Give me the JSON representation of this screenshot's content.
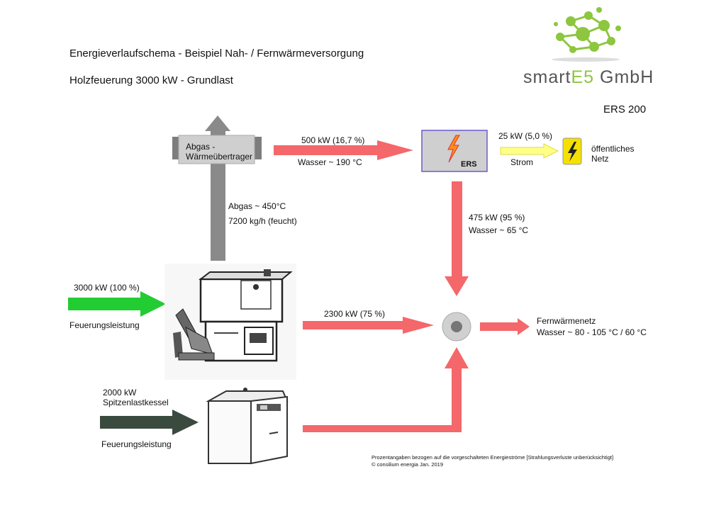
{
  "header": {
    "title": "Energieverlaufschema - Beispiel Nah- / Fernwärmeversorgung",
    "subtitle": "Holzfeuerung 3000 kW - Grundlast",
    "model": "ERS 200"
  },
  "logo": {
    "brand_main": "smart",
    "brand_e5": "E5",
    "brand_suffix": " GmbH"
  },
  "exhaust_hx": {
    "label": "Abgas -\nWärmeübertrager"
  },
  "ers_unit": {
    "label": "ERS"
  },
  "flows": {
    "hx_to_ers_power": "500 kW (16,7 %)",
    "hx_to_ers_water": "Wasser ~ 190 °C",
    "ers_to_grid_power": "25 kW (5,0 %)",
    "ers_to_grid_medium": "Strom",
    "grid_label": "öffentliches\nNetz",
    "exhaust_temp": "Abgas ~ 450°C",
    "exhaust_mass": "7200 kg/h (feucht)",
    "ers_down_power": "475 kW (95 %)",
    "ers_down_water": "Wasser ~ 65 °C",
    "input_power": "3000 kW (100 %)",
    "input_label": "Feuerungsleistung",
    "boiler_out_power": "2300 kW (75 %)",
    "district_label": "Fernwärmenetz",
    "district_water": "Wasser ~ 80 - 105 °C / 60 °C",
    "peak_power": "2000 kW\nSpitzenlastkessel",
    "peak_label": "Feuerungsleistung"
  },
  "footer": {
    "note": "Prozentangaben bezogen auf die vorgeschalteten Energieströme [Strahlungsverluste unberücksichtigt]",
    "copyright": "© consilium energia Jan. 2019"
  },
  "colors": {
    "heat_arrow": "#f4676a",
    "input_arrow": "#22cc33",
    "peak_arrow": "#3a4a3e",
    "exhaust_arrow": "#8a8a8a",
    "power_arrow": "#ffff88",
    "logo_green": "#8dc63f"
  },
  "icons": [
    "lightning-icon",
    "ers-flash-icon",
    "wood-boiler-image",
    "peak-boiler-image",
    "molecule-logo"
  ]
}
